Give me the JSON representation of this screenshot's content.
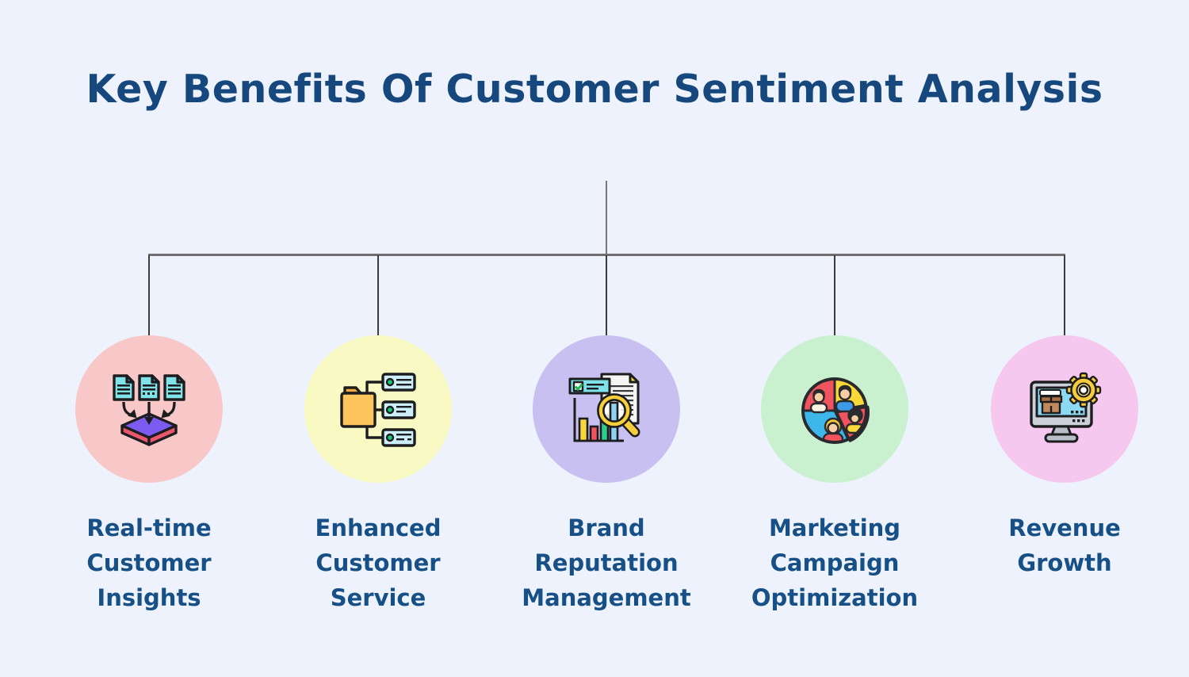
{
  "header": {
    "title": "Key Benefits Of Customer Sentiment Analysis"
  },
  "colors": {
    "background": "#eef2fc",
    "title_text": "#16487d",
    "label_text": "#175086",
    "connector_line": "#6f6f73",
    "branch_line": "#3b3b40"
  },
  "benefits": [
    {
      "label": "Real-time\nCustomer\nInsights",
      "icon": "data-collection-icon",
      "circle_color": "#f8c8c8"
    },
    {
      "label": "Enhanced\nCustomer\nService",
      "icon": "folder-directory-icon",
      "circle_color": "#f9f9c3"
    },
    {
      "label": "Brand\nReputation\nManagement",
      "icon": "report-magnifier-icon",
      "circle_color": "#c7c0f1"
    },
    {
      "label": "Marketing\nCampaign\nOptimization",
      "icon": "customer-segments-pie-icon",
      "circle_color": "#c9f1cf"
    },
    {
      "label": "Revenue\nGrowth",
      "icon": "monitor-gear-icon",
      "circle_color": "#f6c8f0"
    }
  ]
}
